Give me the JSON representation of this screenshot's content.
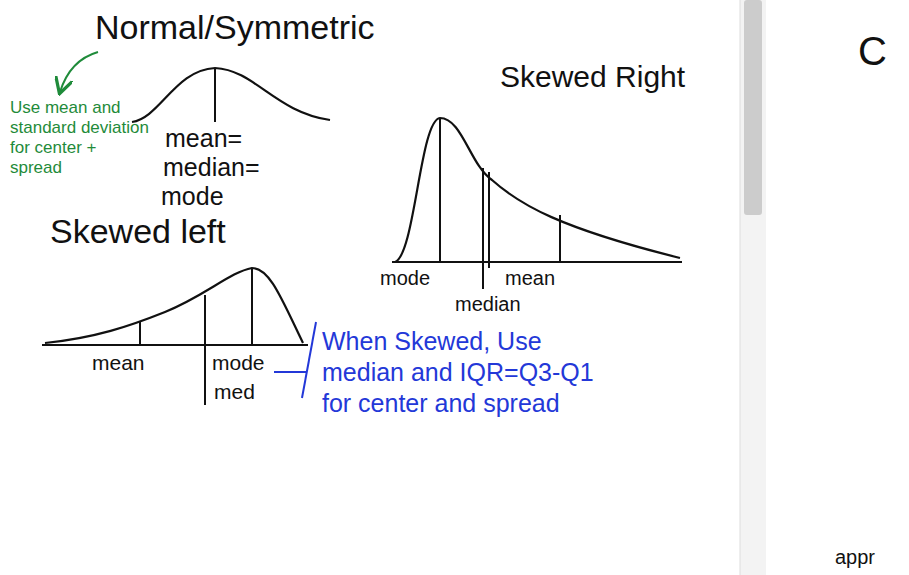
{
  "diagram": {
    "labels": [
      "Normal/Symmetric",
      "Use mean and standard deviation for center + spread",
      "mean=",
      "median=",
      "mode",
      "Skewed Right",
      "mode",
      "median",
      "mean",
      "C",
      "Skewed left",
      "When Skewed, Use median and IQR=Q3-Q1 for center and spread",
      "mean",
      "mode",
      "med",
      "appr"
    ]
  }
}
